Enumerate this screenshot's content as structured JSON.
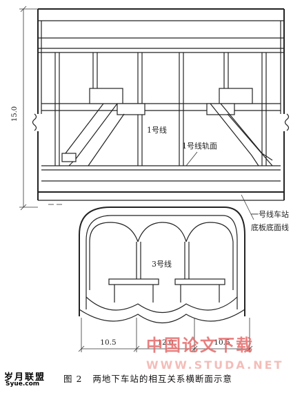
{
  "diagram": {
    "height_dim": "15.0",
    "line1_label": "1号线",
    "line1_rail_label": "1号线轨面",
    "line1_station_label": "一号线车站",
    "line1_floor_label": "底板底面线",
    "line3_label": "3号线",
    "span_left": "10.5",
    "span_mid": "12.0",
    "span_right": "10.5"
  },
  "caption": {
    "figure_no": "图 2",
    "text": "两地下车站的相互关系横断面示意"
  },
  "watermark": {
    "cn_text": "中国论文下载",
    "url_text": "WWW.STUDA.NET",
    "logo_text": "岁月联盟",
    "logo_url": "Syue.com"
  }
}
